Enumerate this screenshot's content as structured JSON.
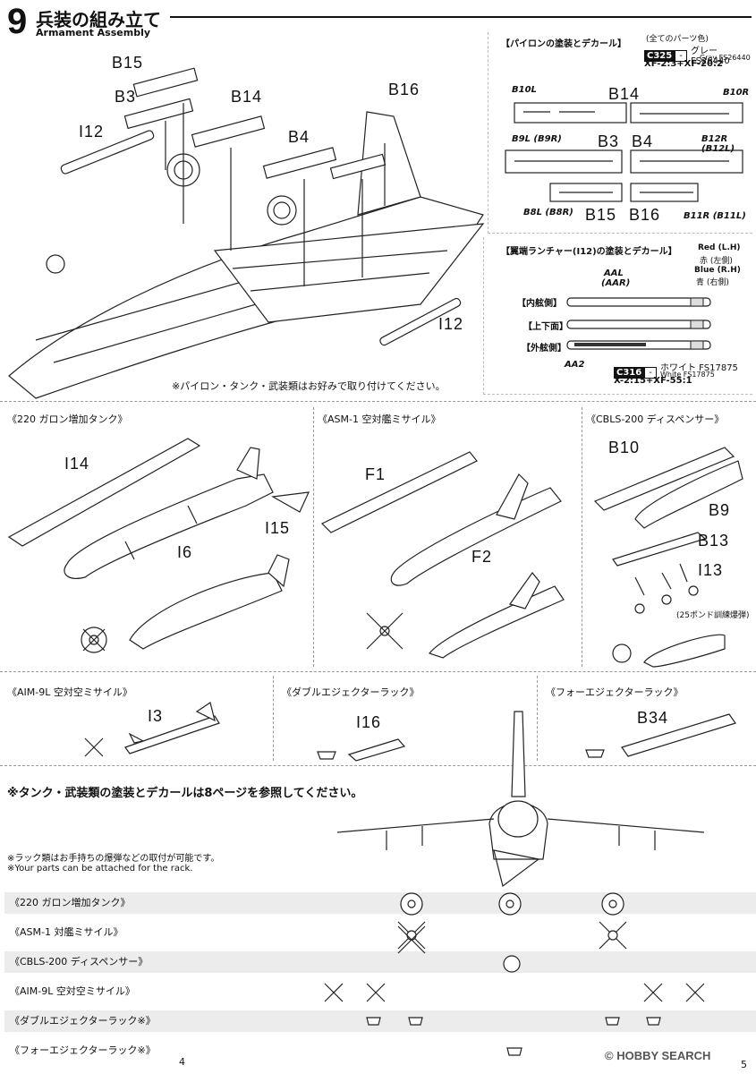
{
  "header": {
    "step_number": "9",
    "title_jp": "兵装の組み立て",
    "title_en": "Armament Assembly"
  },
  "main_parts": {
    "b15": "B15",
    "b3": "B3",
    "b14": "B14",
    "b16": "B16",
    "i12": "I12",
    "b4": "B4",
    "i12b": "I12"
  },
  "note_optional": "※パイロン・タンク・武装類はお好みで取り付けてください。",
  "pylon_panel": {
    "title": "【パイロンの塗装とデカール】",
    "all_parts_color": "(全てのパーツ色)",
    "code": "C325",
    "code_dash": "-",
    "color_jp": "グレーFS26440",
    "color_en": "Gray FS26440",
    "mix": "XF-2:3+XF-20:2",
    "labels": {
      "b10l": "B10L",
      "b14": "B14",
      "b10r": "B10R",
      "b9l": "B9L (B9R)",
      "b3": "B3",
      "b4": "B4",
      "b12r": "B12R (B12L)",
      "b8l": "B8L (B8R)",
      "b15": "B15",
      "b16": "B16",
      "b11r": "B11R (B11L)"
    }
  },
  "launcher_panel": {
    "title": "【翼端ランチャー(I12)の塗装とデカール】",
    "red_en": "Red (L.H)",
    "red_jp": "赤 (左側)",
    "blue_en": "Blue (R.H)",
    "blue_jp": "青 (右側)",
    "aal": "AAL",
    "aar": "(AAR)",
    "inner": "【内舷側】",
    "topbottom": "【上下面】",
    "outer": "【外舷側】",
    "aa2": "AA2",
    "code": "C316",
    "code_dash": "-",
    "color_jp": "ホワイト FS17875",
    "color_en": "White FS17875",
    "mix": "X-2:15+XF-55:1"
  },
  "tank_section": {
    "title": "《220 ガロン増加タンク》",
    "i14": "I14",
    "i15": "I15",
    "i6": "I6"
  },
  "asm_section": {
    "title": "《ASM-1 空対艦ミサイル》",
    "f1": "F1",
    "f2": "F2"
  },
  "cbls_section": {
    "title": "《CBLS-200 ディスペンサー》",
    "b10": "B10",
    "b9": "B9",
    "b13": "B13",
    "i13": "I13",
    "bomb_note": "(25ポンド訓練爆弾)"
  },
  "aim_section": {
    "title": "《AIM-9L 空対空ミサイル》",
    "i3": "I3"
  },
  "double_rack": {
    "title": "《ダブルエジェクターラック》",
    "i16": "I16"
  },
  "four_rack": {
    "title": "《フォーエジェクターラック》",
    "b34": "B34"
  },
  "notes": {
    "paint_ref": "※タンク・武装類の塗装とデカールは8ページを参照してください。",
    "rack_jp": "※ラック類はお手持ちの爆弾などの取付が可能です。",
    "rack_en": "※Your parts can be attached for the rack."
  },
  "loadout_rows": [
    "《220 ガロン増加タンク》",
    "《ASM-1 対艦ミサイル》",
    "《CBLS-200 ディスペンサー》",
    "《AIM-9L 空対空ミサイル》",
    "《ダブルエジェクターラック※》",
    "《フォーエジェクターラック※》"
  ],
  "footer": {
    "page_left": "4",
    "page_right": "5",
    "watermark": "© HOBBY SEARCH"
  }
}
